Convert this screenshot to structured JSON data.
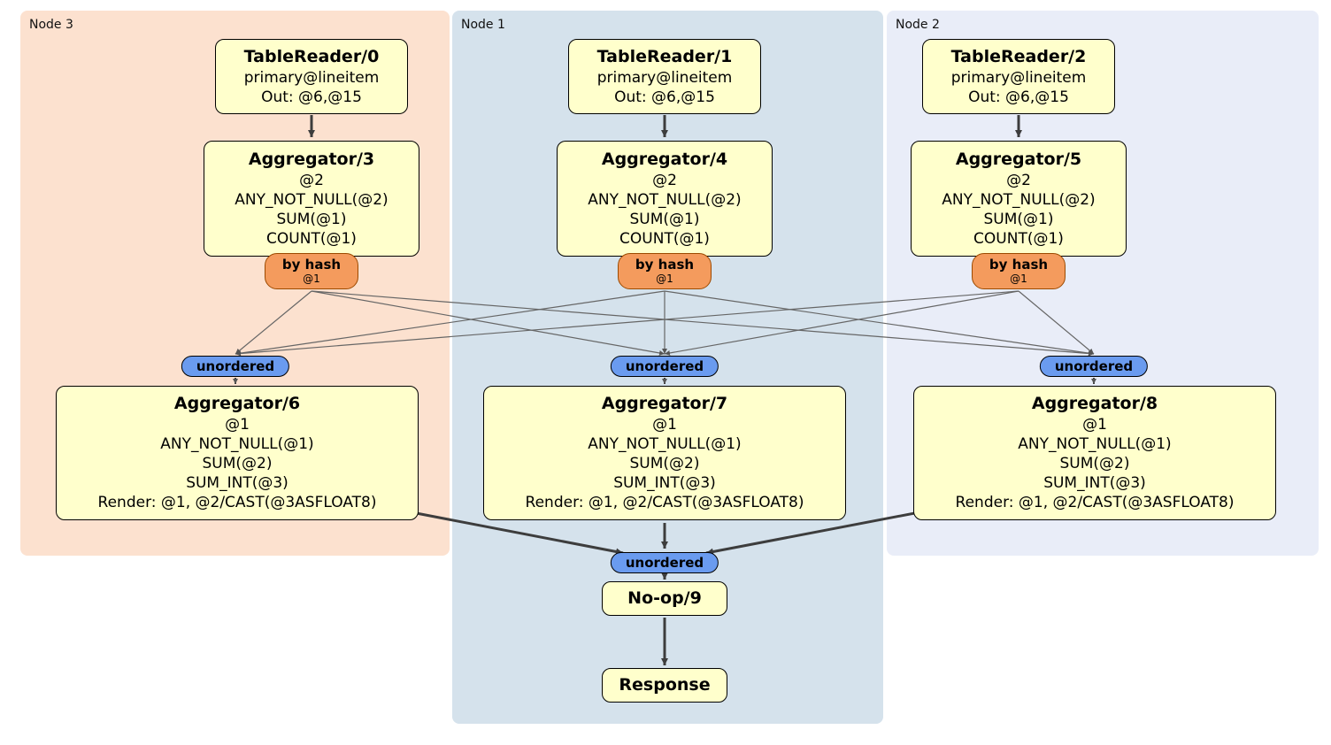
{
  "regions": [
    {
      "label": "Node 3"
    },
    {
      "label": "Node 1"
    },
    {
      "label": "Node 2"
    }
  ],
  "columns": [
    {
      "tablereader": {
        "title": "TableReader/0",
        "lines": [
          "primary@lineitem",
          "Out: @6,@15"
        ]
      },
      "aggregator_top": {
        "title": "Aggregator/3",
        "lines": [
          "@2",
          "ANY_NOT_NULL(@2)",
          "SUM(@1)",
          "COUNT(@1)"
        ]
      },
      "router": {
        "label": "by hash",
        "detail": "@1"
      },
      "stream": {
        "label": "unordered"
      },
      "aggregator_bottom": {
        "title": "Aggregator/6",
        "lines": [
          "@1",
          "ANY_NOT_NULL(@1)",
          "SUM(@2)",
          "SUM_INT(@3)",
          "Render: @1, @2/CAST(@3ASFLOAT8)"
        ]
      }
    },
    {
      "tablereader": {
        "title": "TableReader/1",
        "lines": [
          "primary@lineitem",
          "Out: @6,@15"
        ]
      },
      "aggregator_top": {
        "title": "Aggregator/4",
        "lines": [
          "@2",
          "ANY_NOT_NULL(@2)",
          "SUM(@1)",
          "COUNT(@1)"
        ]
      },
      "router": {
        "label": "by hash",
        "detail": "@1"
      },
      "stream": {
        "label": "unordered"
      },
      "aggregator_bottom": {
        "title": "Aggregator/7",
        "lines": [
          "@1",
          "ANY_NOT_NULL(@1)",
          "SUM(@2)",
          "SUM_INT(@3)",
          "Render: @1, @2/CAST(@3ASFLOAT8)"
        ]
      }
    },
    {
      "tablereader": {
        "title": "TableReader/2",
        "lines": [
          "primary@lineitem",
          "Out: @6,@15"
        ]
      },
      "aggregator_top": {
        "title": "Aggregator/5",
        "lines": [
          "@2",
          "ANY_NOT_NULL(@2)",
          "SUM(@1)",
          "COUNT(@1)"
        ]
      },
      "router": {
        "label": "by hash",
        "detail": "@1"
      },
      "stream": {
        "label": "unordered"
      },
      "aggregator_bottom": {
        "title": "Aggregator/8",
        "lines": [
          "@1",
          "ANY_NOT_NULL(@1)",
          "SUM(@2)",
          "SUM_INT(@3)",
          "Render: @1, @2/CAST(@3ASFLOAT8)"
        ]
      }
    }
  ],
  "sink": {
    "stream": {
      "label": "unordered"
    },
    "noop": {
      "title": "No-op/9"
    },
    "response": {
      "title": "Response"
    }
  },
  "colors": {
    "region_node3": "#fce1cf",
    "region_node1": "#d5e2ec",
    "region_node2": "#e9edf8",
    "box_fill": "#ffffcc",
    "box_border": "#000000",
    "router_fill": "#f49b5d",
    "router_border": "#9c4a00",
    "stream_fill": "#6a9bef",
    "stream_border": "#000000",
    "edge": "#3d3d3d"
  }
}
